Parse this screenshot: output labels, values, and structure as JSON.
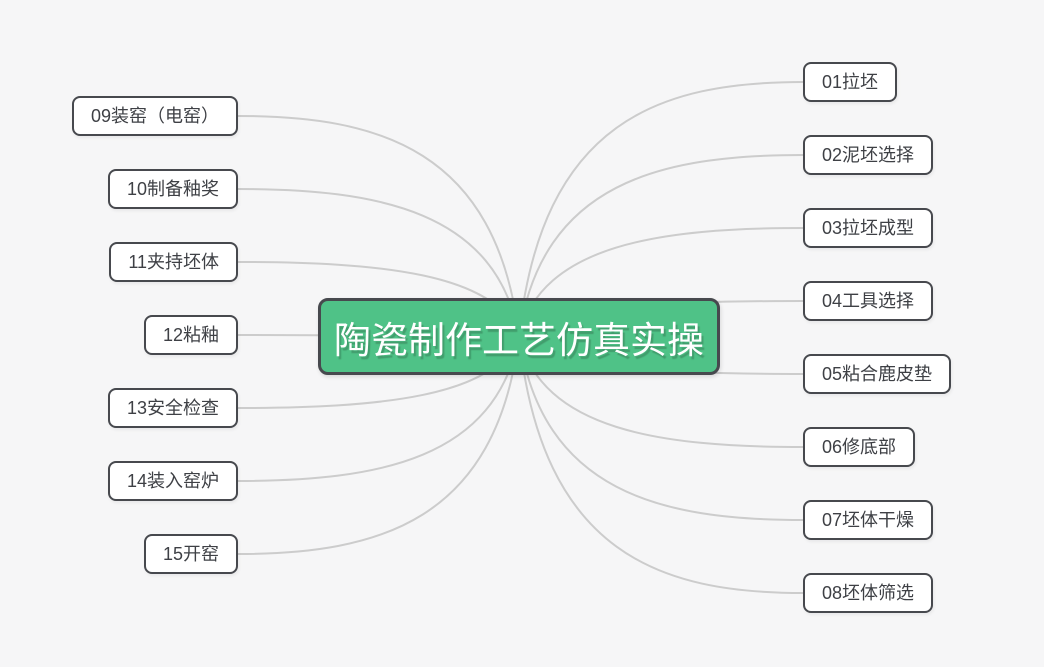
{
  "mindmap": {
    "title": "陶瓷制作工艺仿真实操",
    "right_nodes": [
      {
        "label": "01拉坯"
      },
      {
        "label": "02泥坯选择"
      },
      {
        "label": "03拉坯成型"
      },
      {
        "label": "04工具选择"
      },
      {
        "label": "05粘合鹿皮垫"
      },
      {
        "label": "06修底部"
      },
      {
        "label": "07坯体干燥"
      },
      {
        "label": "08坯体筛选"
      }
    ],
    "left_nodes": [
      {
        "label": "09装窑（电窑）"
      },
      {
        "label": "10制备釉奖"
      },
      {
        "label": "11夹持坯体"
      },
      {
        "label": "12粘釉"
      },
      {
        "label": "13安全检查"
      },
      {
        "label": "14装入窑炉"
      },
      {
        "label": "15开窑"
      }
    ]
  },
  "colors": {
    "background": "#f6f6f7",
    "central_node_bg": "#4fc287",
    "central_node_text": "#ffffff",
    "node_bg": "#ffffff",
    "node_border": "#47494e",
    "node_text": "#3e4045",
    "connector_line": "#cccccc"
  }
}
